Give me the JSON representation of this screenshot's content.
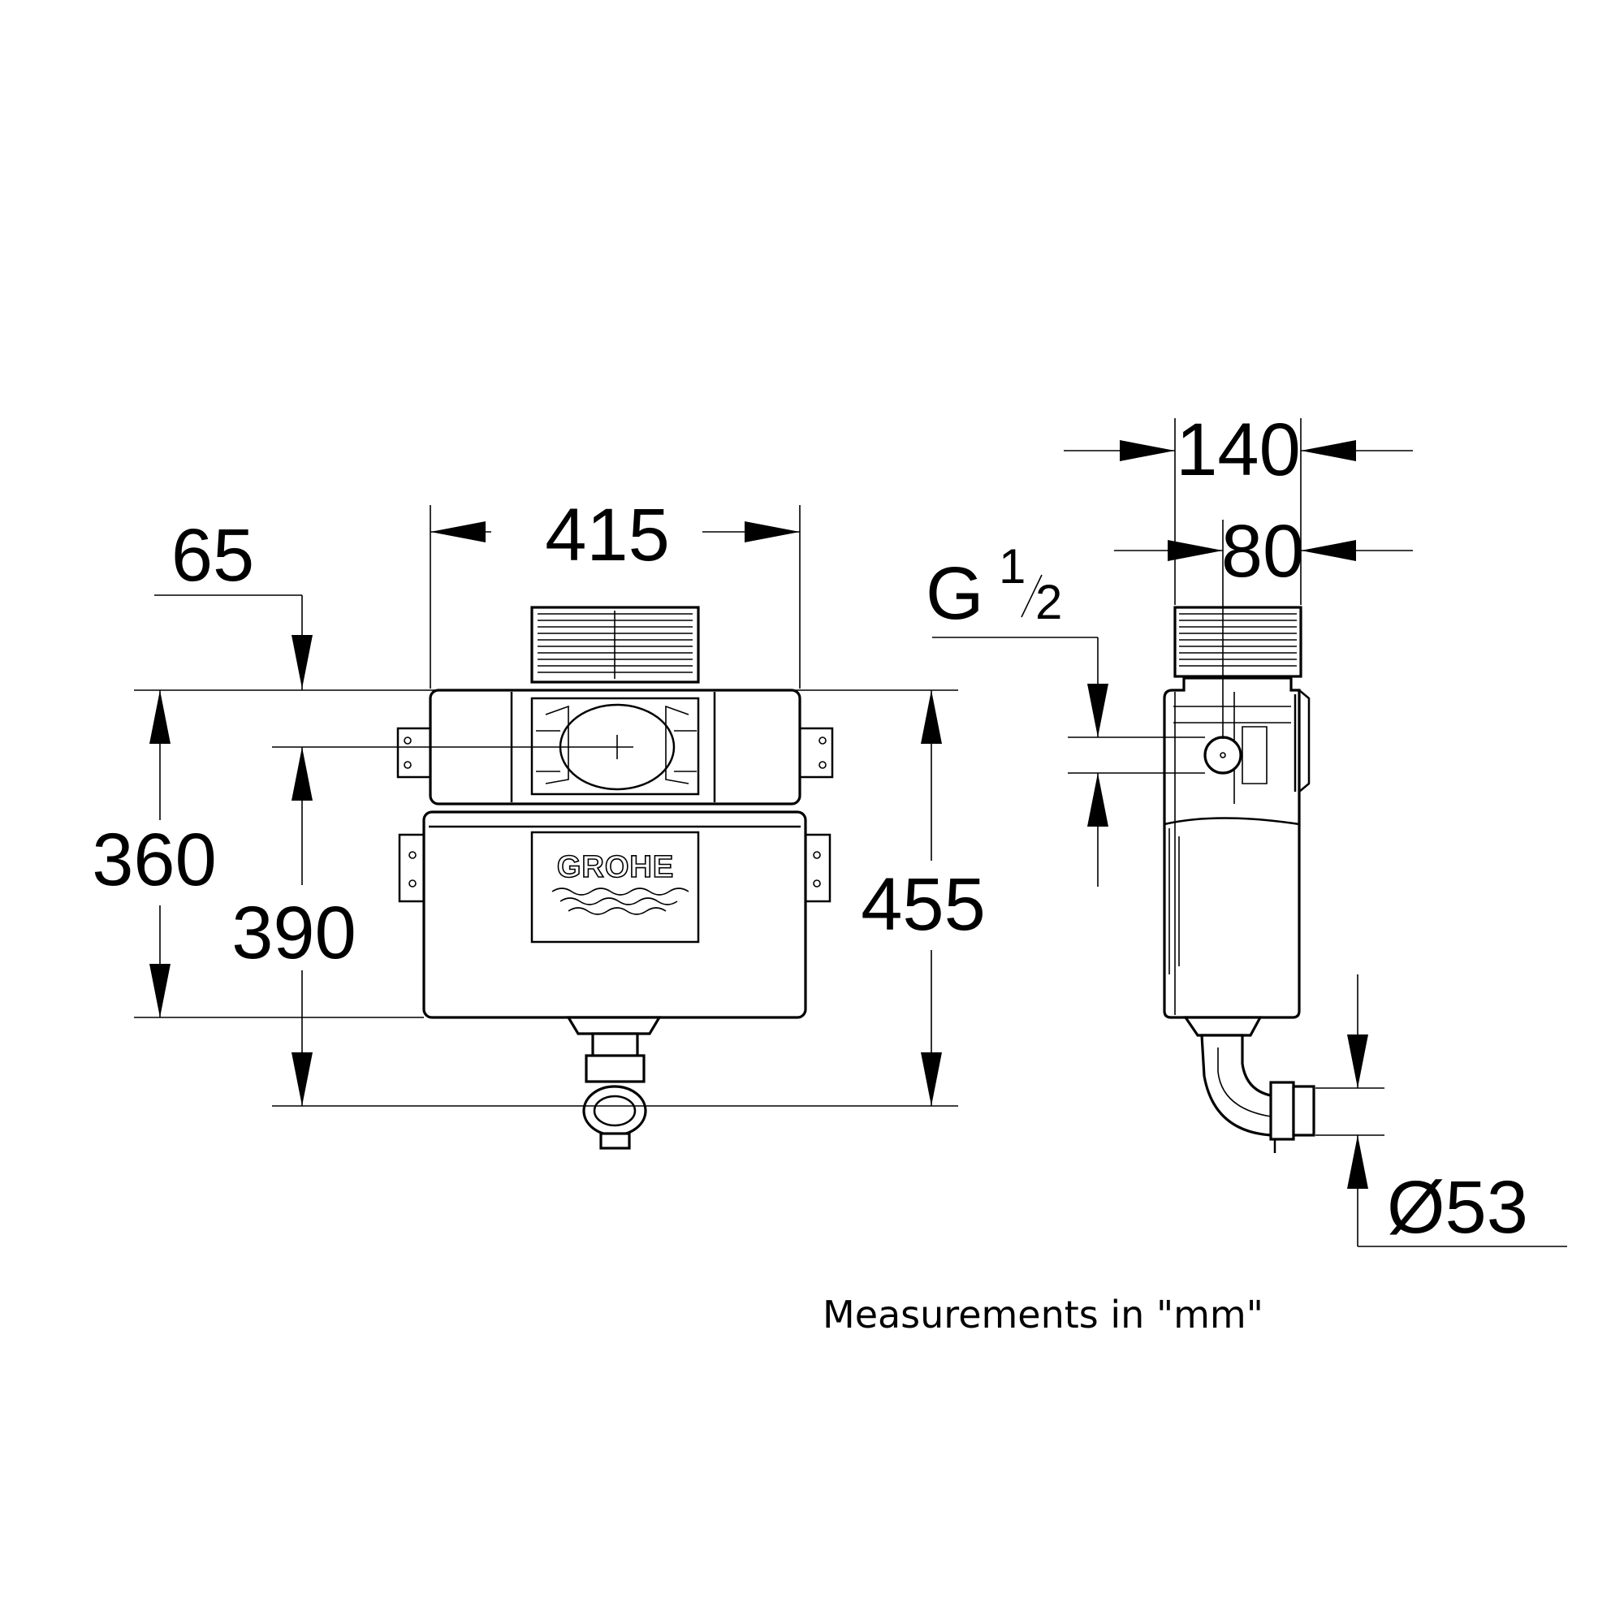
{
  "front_view": {
    "dim_width": "415",
    "dim_top_offset": "65",
    "dim_tank_height": "360",
    "dim_outlet_height": "390",
    "dim_total_height": "455",
    "brand_logo": "GROHE"
  },
  "side_view": {
    "dim_depth_outer": "140",
    "dim_depth_inner": "80",
    "dim_inlet_thread": "G",
    "dim_inlet_fraction_num": "1",
    "dim_inlet_fraction_den": "2",
    "dim_outlet_diameter": "Ø53"
  },
  "note": "Measurements in \"mm\""
}
